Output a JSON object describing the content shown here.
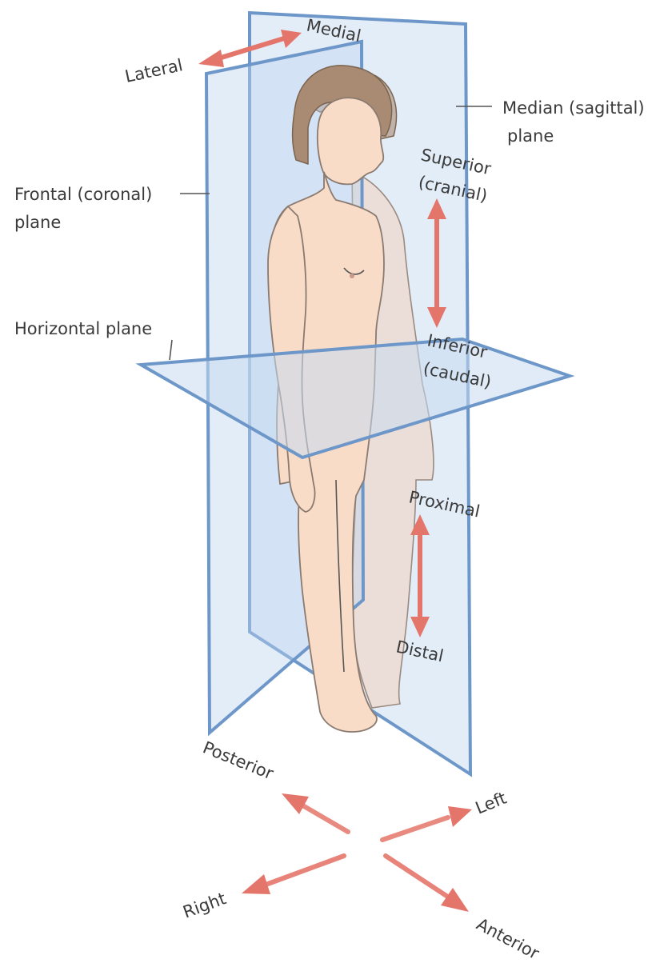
{
  "labels": {
    "medial": "Medial",
    "lateral": "Lateral",
    "median_plane_line1": "Median (sagittal)",
    "median_plane_line2": "plane",
    "frontal_plane_line1": "Frontal (coronal)",
    "frontal_plane_line2": "plane",
    "superior_line1": "Superior",
    "superior_line2": "(cranial)",
    "horizontal_plane": "Horizontal plane",
    "inferior_line1": "Inferior",
    "inferior_line2": "(caudal)",
    "proximal": "Proximal",
    "distal": "Distal",
    "posterior": "Posterior",
    "left": "Left",
    "right": "Right",
    "anterior": "Anterior"
  },
  "colors": {
    "plane": "#bcd3ee",
    "plane_edge": "#6e97c9",
    "arrow": "#e4756a",
    "skin": "#f8dcc8",
    "hair": "#a98b73"
  }
}
